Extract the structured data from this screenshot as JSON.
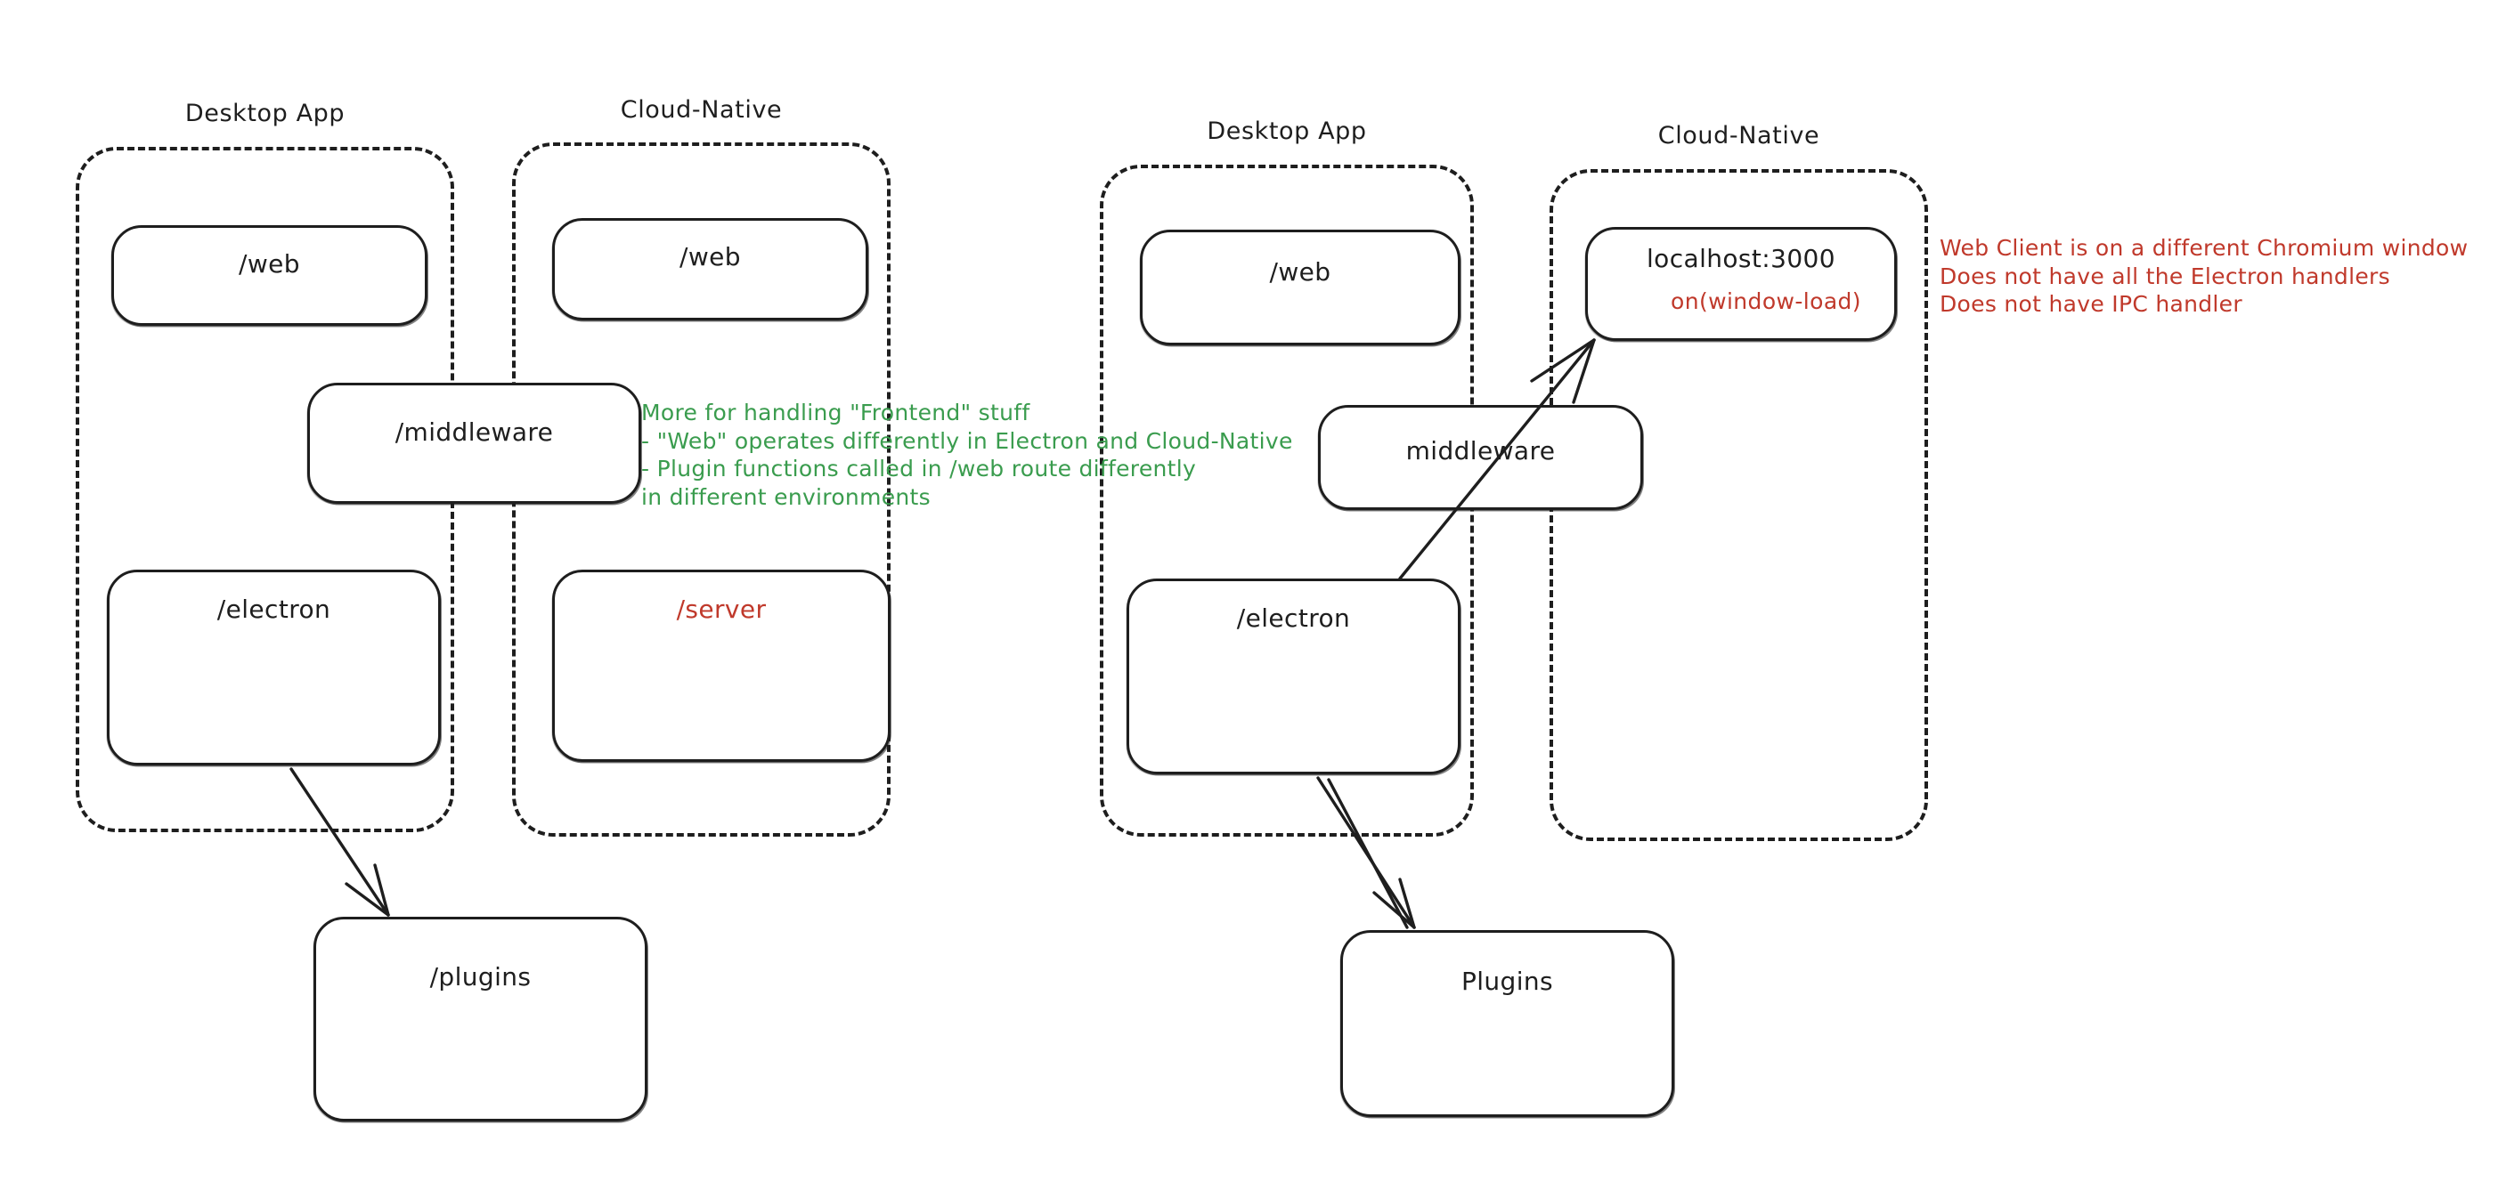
{
  "diagram": {
    "title": "Electron Desktop App vs Cloud-Native architecture sketch",
    "colors": {
      "ink": "#1e1e1e",
      "green": "#3a9c4e",
      "red": "#c0392b",
      "background": "#ffffff"
    }
  },
  "left_diagram": {
    "groups": [
      {
        "label": "Desktop App"
      },
      {
        "label": "Cloud-Native"
      }
    ],
    "nodes": [
      {
        "label": "/web",
        "color": "ink"
      },
      {
        "label": "/web",
        "color": "ink"
      },
      {
        "label": "/middleware",
        "color": "ink"
      },
      {
        "label": "/electron",
        "color": "ink"
      },
      {
        "label": "/server",
        "color": "red"
      },
      {
        "label": "/plugins",
        "color": "ink"
      }
    ]
  },
  "right_diagram": {
    "groups": [
      {
        "label": "Desktop App"
      },
      {
        "label": "Cloud-Native"
      }
    ],
    "nodes": [
      {
        "label": "/web",
        "color": "ink"
      },
      {
        "label": "localhost:3000",
        "color": "ink"
      },
      {
        "label": "on(window-load)",
        "color": "red"
      },
      {
        "label": "middleware",
        "color": "ink"
      },
      {
        "label": "/electron",
        "color": "ink"
      },
      {
        "label": "Plugins",
        "color": "ink"
      }
    ]
  },
  "annotations": {
    "green_note": {
      "color": "#3a9c4e",
      "lines": [
        "More for handling \"Frontend\" stuff",
        "- \"Web\" operates differently in Electron and Cloud-Native",
        "- Plugin functions called in /web route differently",
        "in different environments"
      ],
      "text": "More for handling \"Frontend\" stuff\n- \"Web\" operates differently in Electron and Cloud-Native\n- Plugin functions called in /web route differently\nin different environments"
    },
    "red_note": {
      "color": "#c0392b",
      "lines": [
        "Web Client is on a different Chromium window",
        "Does not have all the Electron handlers",
        "Does not have IPC handler"
      ],
      "text": "Web Client is on a different Chromium window\nDoes not have all the Electron handlers\nDoes not have IPC handler"
    }
  }
}
